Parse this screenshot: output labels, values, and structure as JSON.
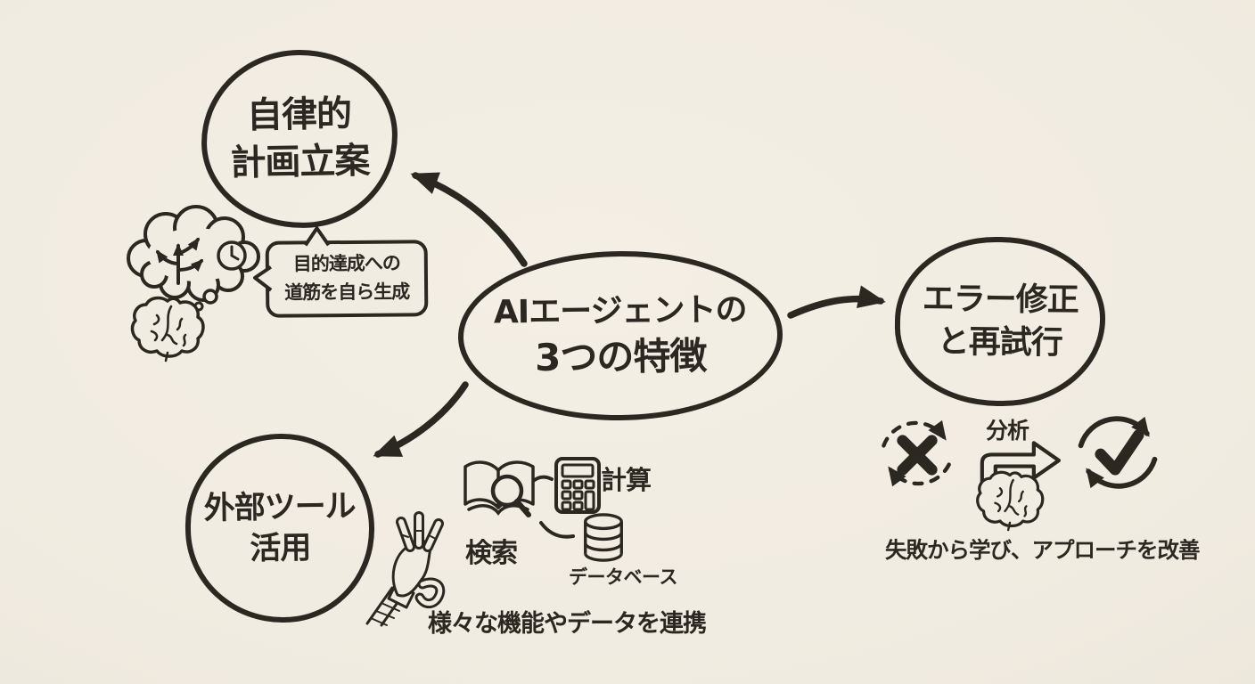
{
  "palette": {
    "background": "#f0ebe1",
    "ink": "#2b2822"
  },
  "center_node": {
    "line1": "AIエージェントの",
    "line2": "3つの特徴"
  },
  "planning_node": {
    "line1": "自律的",
    "line2": "計画立案"
  },
  "planning_bubble": {
    "line1": "目的達成への",
    "line2": "道筋を自ら生成"
  },
  "error_node": {
    "line1": "エラー修正",
    "line2": "と再試行"
  },
  "error_detail": {
    "analysis_label": "分析",
    "caption": "失敗から学び、アプローチを改善"
  },
  "tools_node": {
    "line1": "外部ツール",
    "line2": "活用"
  },
  "tools_detail": {
    "search_label": "検索",
    "calculator_label": "計算",
    "database_label": "データベース",
    "caption": "様々な機能やデータを連携"
  },
  "icons": {
    "fail_mark": "✕",
    "success_mark": "✓",
    "thought_cloud": "thought-cloud-icon",
    "clock": "clock-icon",
    "brain": "brain-icon",
    "book_search": "book-search-icon",
    "calculator": "calculator-icon",
    "database": "database-icon",
    "robot_hand": "robot-hand-icon",
    "fail_cycle": "fail-cycle-icon",
    "retry_cycle": "retry-cycle-icon",
    "analysis_arrow": "analysis-arrow-icon"
  }
}
